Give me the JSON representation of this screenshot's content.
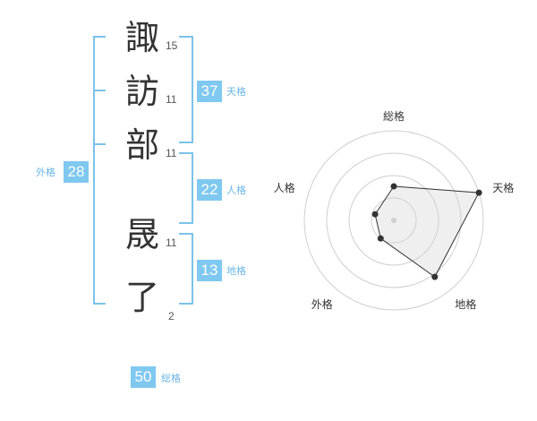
{
  "name_chars": [
    {
      "char": "諏",
      "strokes": "15"
    },
    {
      "char": "訪",
      "strokes": "11"
    },
    {
      "char": "部",
      "strokes": "11"
    },
    {
      "char": "晟",
      "strokes": "11"
    },
    {
      "char": "了",
      "strokes": "2"
    }
  ],
  "tenkaku": {
    "value": "37",
    "label": "天格"
  },
  "jinkaku": {
    "value": "22",
    "label": "人格"
  },
  "chikaku": {
    "value": "13",
    "label": "地格"
  },
  "gaikaku": {
    "value": "28",
    "label": "外格"
  },
  "soukaku": {
    "value": "50",
    "label": "総格"
  },
  "colors": {
    "accent": "#7fc8f0",
    "bracket": "#7cc3ea",
    "label": "#6ab6e6"
  },
  "chart_data": {
    "type": "radar",
    "axes": [
      "総格",
      "天格",
      "地格",
      "外格",
      "人格"
    ],
    "values": [
      0.38,
      1.0,
      0.78,
      0.25,
      0.22
    ],
    "rlim": [
      0,
      1
    ],
    "rings": 4,
    "grid": true
  }
}
